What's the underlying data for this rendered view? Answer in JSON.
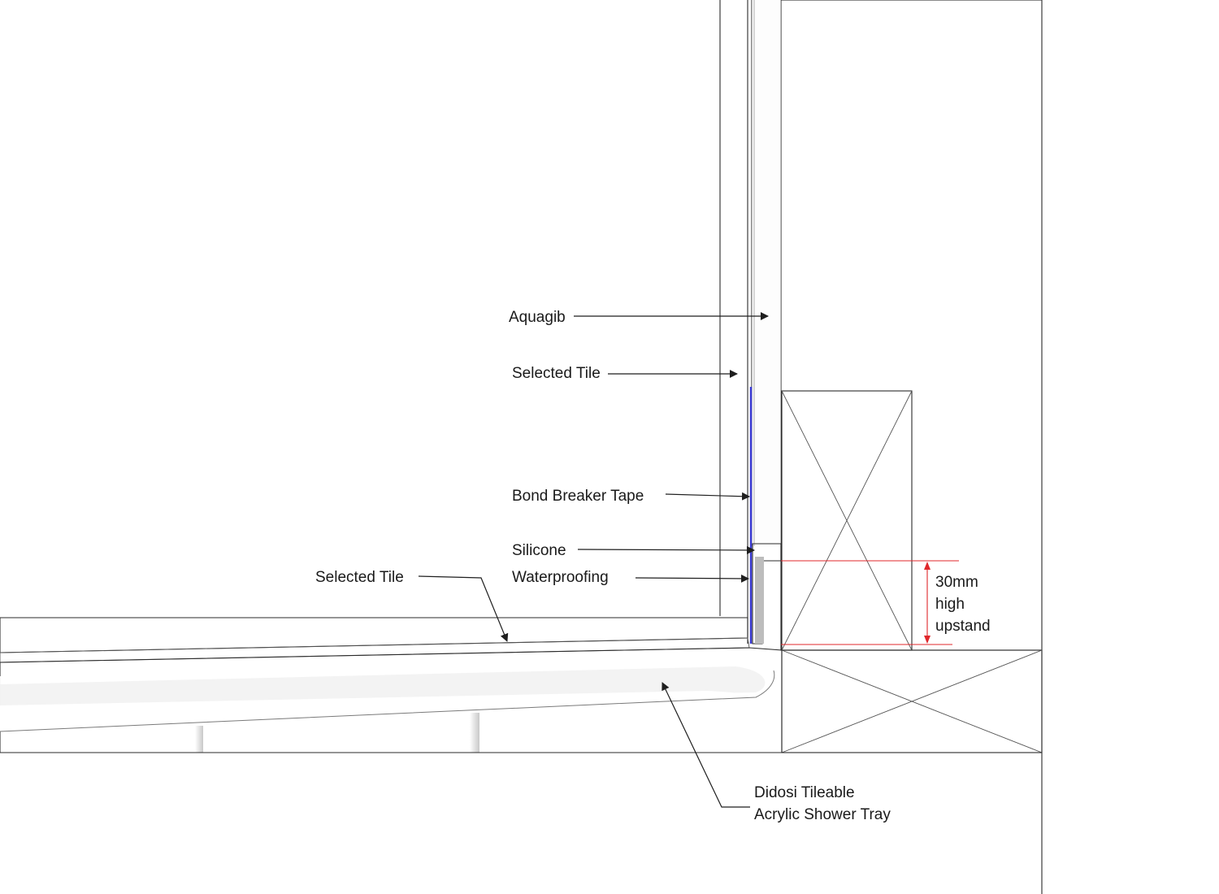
{
  "labels": {
    "aquagib": "Aquagib",
    "selected_tile_wall": "Selected Tile",
    "bond_breaker_tape": "Bond Breaker Tape",
    "silicone": "Silicone",
    "waterproofing": "Waterproofing",
    "selected_tile_floor": "Selected Tile",
    "upstand_line1": "30mm",
    "upstand_line2": "high",
    "upstand_line3": "upstand",
    "tray_line1": "Didosi Tileable",
    "tray_line2": "Acrylic Shower Tray"
  },
  "colors": {
    "bond_breaker_tape": "#3b3bd6",
    "dimension": "#e0272b",
    "tray_shadow": "#9a9a9a",
    "tray_highlight": "#ffffff"
  }
}
